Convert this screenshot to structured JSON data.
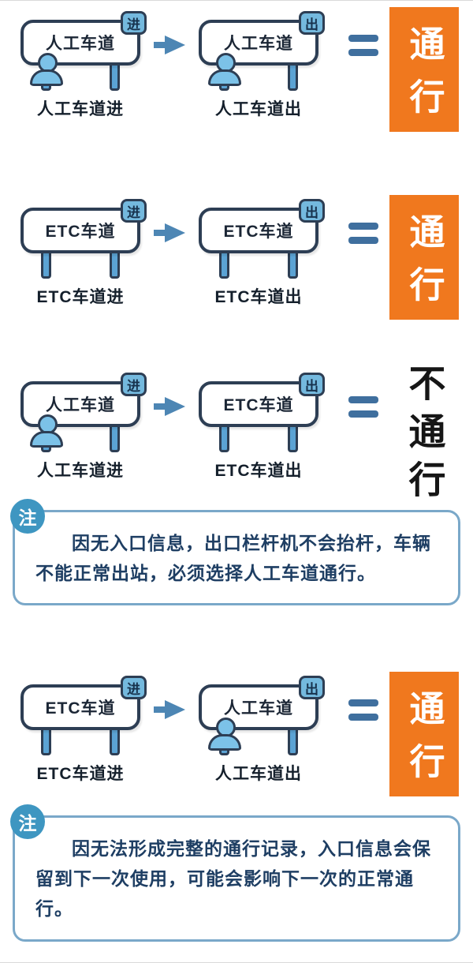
{
  "colors": {
    "orange": "#f0781e",
    "sign-border": "#2d3e54",
    "leg-fill": "#5ba3d4",
    "badge-fill": "#74b9de",
    "badge-text": "#17324d",
    "arrow": "#4d86b4",
    "equals": "#3f6f9e",
    "person-fill": "#7cc2e8",
    "note-border": "#7aa8c9",
    "note-badge": "#3e96c1",
    "note-text": "#1e3e63",
    "label-text": "#141f2b",
    "nopass-text": "#161616"
  },
  "icons": {
    "arrow_right": "right-arrow shape",
    "equals": "two horizontal bars",
    "person": "head-and-shoulders figure",
    "toll_sign": "rounded signboard on two posts"
  },
  "rows": [
    {
      "left": {
        "sign_text": "人工车道",
        "badge": "进",
        "label": "人工车道进"
      },
      "right": {
        "sign_text": "人工车道",
        "badge": "出",
        "label": "人工车道出"
      },
      "result": {
        "kind": "pass",
        "text": "通行"
      }
    },
    {
      "left": {
        "sign_text": "ETC车道",
        "badge": "进",
        "label": "ETC车道进"
      },
      "right": {
        "sign_text": "ETC车道",
        "badge": "出",
        "label": "ETC车道出"
      },
      "result": {
        "kind": "pass",
        "text": "通行"
      }
    },
    {
      "left": {
        "sign_text": "人工车道",
        "badge": "进",
        "label": "人工车道进"
      },
      "right": {
        "sign_text": "ETC车道",
        "badge": "出",
        "label": "ETC车道出"
      },
      "result": {
        "kind": "no-pass",
        "text": "不通行"
      }
    },
    {
      "left": {
        "sign_text": "ETC车道",
        "badge": "进",
        "label": "ETC车道进"
      },
      "right": {
        "sign_text": "人工车道",
        "badge": "出",
        "label": "人工车道出"
      },
      "result": {
        "kind": "pass",
        "text": "通行"
      }
    }
  ],
  "notes": [
    {
      "badge": "注",
      "text": "因无入口信息，出口栏杆机不会抬杆，车辆不能正常出站，必须选择人工车道通行。"
    },
    {
      "badge": "注",
      "text": "因无法形成完整的通行记录，入口信息会保留到下一次使用，可能会影响下一次的正常通行。"
    }
  ]
}
